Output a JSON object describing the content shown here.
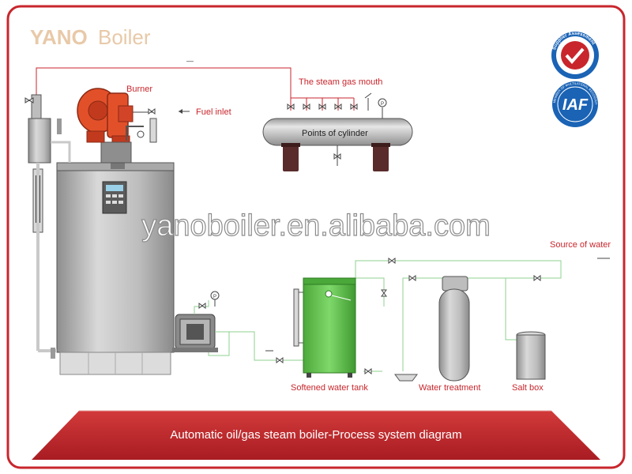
{
  "brand": {
    "name_bold": "YANO",
    "name_regular": "Boiler",
    "watermark": "yanoboiler.en.alibaba.com",
    "color": "#e8c9a8"
  },
  "footer": {
    "title": "Automatic oil/gas steam boiler-Process system diagram",
    "band_color": "#c8262c"
  },
  "labels": {
    "burner": "Burner",
    "fuel_inlet": "Fuel inlet",
    "steam_gas_mouth": "The steam gas mouth",
    "points_of_cylinder": "Points of cylinder",
    "source_of_water": "Source of water",
    "softened_water_tank": "Softened water tank",
    "water_treatment": "Water treatment",
    "salt_box": "Salt box"
  },
  "badges": {
    "assessment_ring": "Supplier Assessment",
    "iaf": "IAF",
    "iaf_ring": "MEMBER OF MULTILATERAL RECOGNITION ARRANGEMENT"
  },
  "gauges": {
    "pressure_symbol": "P"
  },
  "colors": {
    "red": "#c8262c",
    "burner_orange": "#e2502a",
    "pipe_green": "#8fd18f",
    "tank_green": "#5ec24a",
    "steel": "#b8b8b8",
    "dark_steel": "#6d6d6d",
    "saddle": "#5a2b2b",
    "blue": "#1a63b5"
  }
}
